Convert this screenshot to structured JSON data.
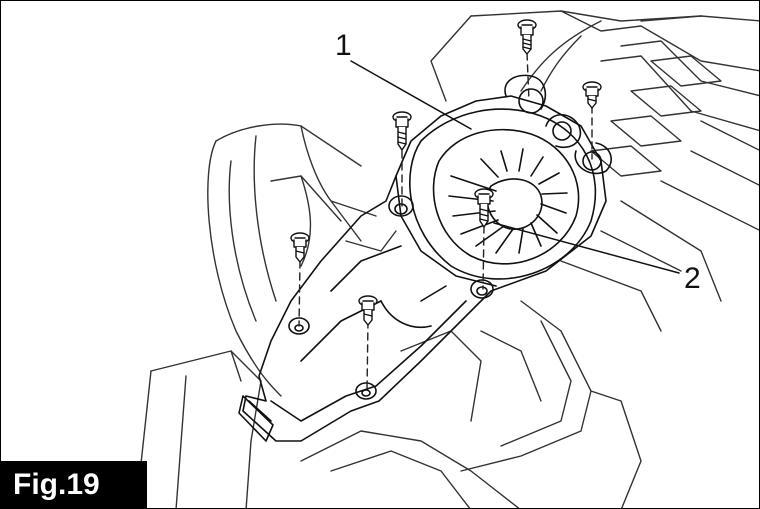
{
  "figure": {
    "label": "Fig.19"
  },
  "callouts": [
    {
      "number": "1"
    },
    {
      "number": "2"
    }
  ]
}
